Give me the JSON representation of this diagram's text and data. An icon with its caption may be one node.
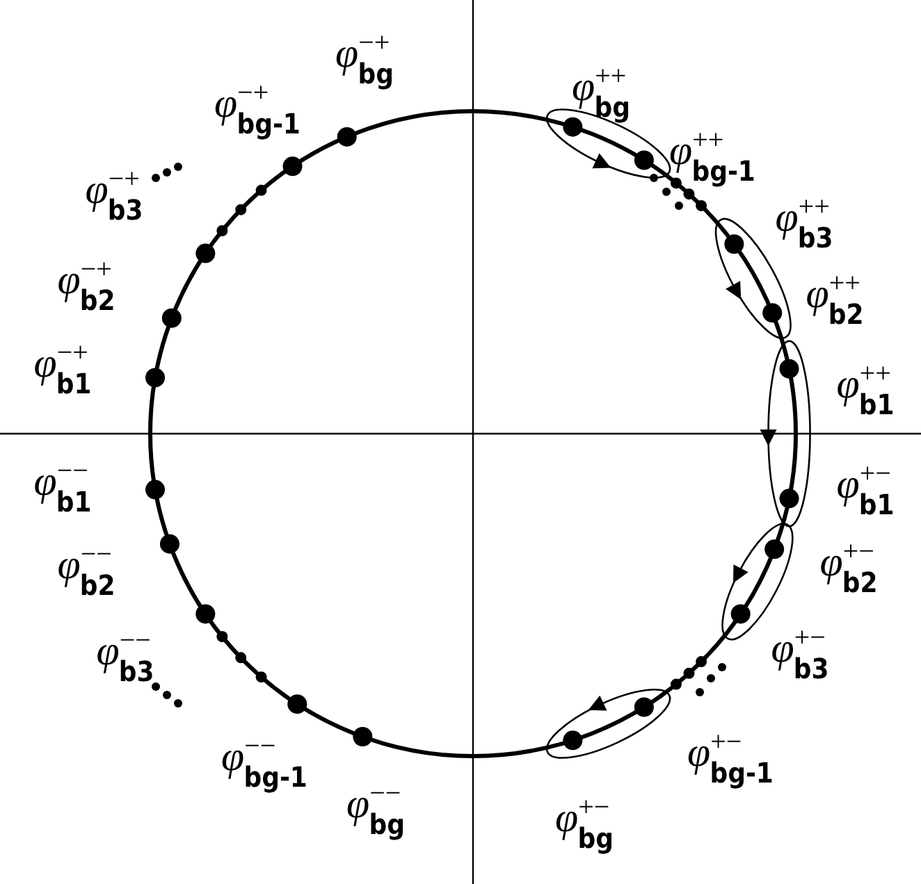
{
  "diagram": {
    "labels": [
      "φ$^{−+}$$_{bg}$",
      "φ$^{−+}$$_{bg-1}$",
      "φ$^{−+}$$_{b3}$",
      "φ$^{−+}$$_{b2}$",
      "φ$^{−+}$$_{b1}$",
      "φ$^{++}$$_{bg}$",
      "φ$^{++}$$_{bg-1}$",
      "φ$^{++}$$_{b3}$",
      "φ$^{++}$$_{b2}$",
      "φ$^{++}$$_{b1}$",
      "φ$^{−−}$$_{b1}$",
      "φ$^{−−}$$_{b2}$",
      "φ$^{−−}$$_{b3}$",
      "φ$^{−−}$$_{bg-1}$",
      "φ$^{−−}$$_{bg}$",
      "φ$^{+−}$$_{b1}$",
      "φ$^{+−}$$_{b2}$",
      "φ$^{+−}$$_{b3}$",
      "φ$^{+−}$$_{bg-1}$",
      "φ$^{+−}$$_{bg}$"
    ]
  }
}
